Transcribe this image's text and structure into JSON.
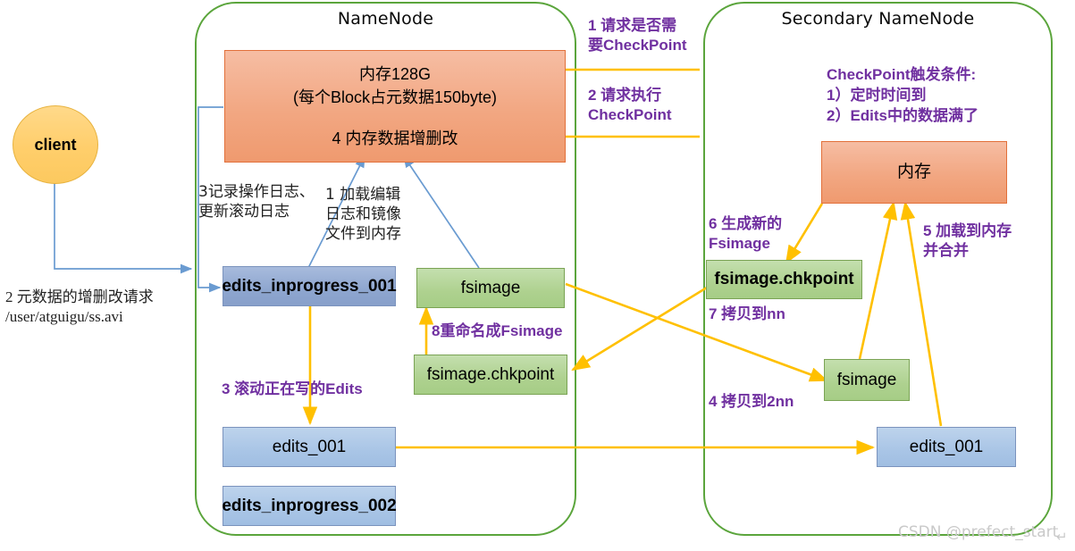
{
  "diagram": {
    "title_watermark": "CSDN @prefect_start",
    "colors": {
      "panel_border": "#5BA53C",
      "memory_fill": "#F0A077",
      "edits_inprogress_fill": "#8EA6CF",
      "edits_fill": "#A9C5E6",
      "fsimage_fill": "#AED18F",
      "client_fill": "#FFCE6B",
      "flow_arrow": "#FFC000",
      "client_arrow": "#6A9BD1",
      "note_purple": "#7030A0"
    },
    "panels": [
      {
        "name": "namenode",
        "title": "NameNode"
      },
      {
        "name": "secondary-namenode",
        "title": "Secondary NameNode"
      }
    ],
    "client": {
      "label": "client"
    },
    "namenode": {
      "memory": {
        "line1": "内存128G",
        "line2": "(每个Block占元数据150byte)",
        "line3": "4 内存数据增删改"
      },
      "edits_inprogress_001": "edits_inprogress_001",
      "fsimage": "fsimage",
      "fsimage_chkpoint": "fsimage.chkpoint",
      "edits_001": "edits_001",
      "edits_inprogress_002": "edits_inprogress_002"
    },
    "secondary": {
      "memory": "内存",
      "fsimage_chkpoint": "fsimage.chkpoint",
      "fsimage": "fsimage",
      "edits_001": "edits_001",
      "checkpoint_conditions": "CheckPoint触发条件:\n1）定时时间到\n2）Edits中的数据满了"
    },
    "notes": {
      "n_client_request": "2 元数据的增删改请求\n/user/atguigu/ss.avi",
      "n3_log": "3记录操作日志、\n更新滚动日志",
      "n1_load": "1 加载编辑\n日志和镜像\n文件到内存",
      "n3_roll": "3 滚动正在写的Edits",
      "n8_rename": "8重命名成Fsimage",
      "n1_ask": "1 请求是否需\n要CheckPoint",
      "n2_exec": "2 请求执行\nCheckPoint",
      "n6_newfsimage": "6 生成新的\nFsimage",
      "n7_copy_nn": "7 拷贝到nn",
      "n5_load_merge": "5 加载到内存\n并合并",
      "n4_copy_2nn": "4 拷贝到2nn"
    }
  }
}
